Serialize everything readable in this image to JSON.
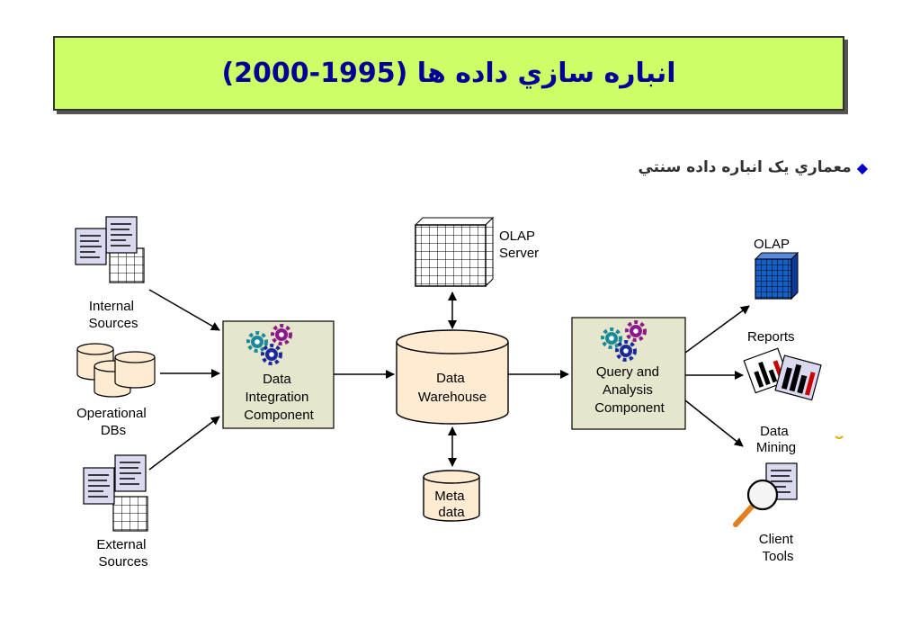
{
  "title": "انباره سازي داده ها (1995-2000)",
  "bullet": {
    "icon": "diamond-bullet-icon",
    "text": "معماري يک انباره داده سنتي"
  },
  "diagram": {
    "sources": {
      "internal": [
        "Internal",
        "Sources"
      ],
      "operational": [
        "Operational",
        "DBs"
      ],
      "external": [
        "External",
        "Sources"
      ]
    },
    "integration": [
      "Data",
      "Integration",
      "Component"
    ],
    "warehouse": [
      "Data",
      "Warehouse"
    ],
    "olap_server": [
      "OLAP",
      "Server"
    ],
    "metadata": [
      "Meta",
      "data"
    ],
    "query": [
      "Query and",
      "Analysis",
      "Component"
    ],
    "outputs": {
      "olap": "OLAP",
      "reports": "Reports",
      "mining": [
        "Data",
        "Mining"
      ],
      "client": [
        "Client",
        "Tools"
      ]
    }
  },
  "colors": {
    "title_bg": "#ccff66",
    "title_text": "#000099",
    "component_fill": "#e6e6cc",
    "cylinder_fill": "#ffebd2"
  }
}
